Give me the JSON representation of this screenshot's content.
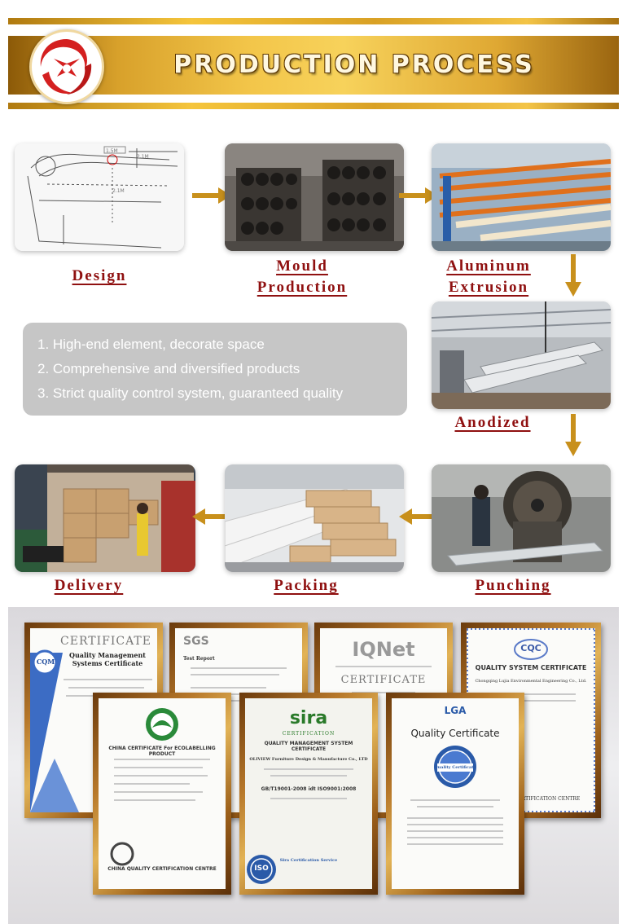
{
  "header": {
    "title": "PRODUCTION PROCESS"
  },
  "steps": [
    {
      "label_line1": "Design",
      "label_line2": ""
    },
    {
      "label_line1": "Mould",
      "label_line2": "Production"
    },
    {
      "label_line1": "Aluminum",
      "label_line2": "Extrusion"
    },
    {
      "label_line1": "Anodized",
      "label_line2": ""
    },
    {
      "label_line1": "Punching",
      "label_line2": ""
    },
    {
      "label_line1": "Packing",
      "label_line2": ""
    },
    {
      "label_line1": "Delivery",
      "label_line2": ""
    }
  ],
  "features": [
    "1. High-end element, decorate space",
    "2. Comprehensive and diversified products",
    "3. Strict quality control system, guaranteed quality"
  ],
  "certificates": {
    "cqm": {
      "title": "CERTIFICATE",
      "subtitle": "Quality Management Systems Certificate",
      "logo": "CQM"
    },
    "sgs": {
      "logo": "SGS",
      "title": "Test Report"
    },
    "iqnet": {
      "logo": "IQNet",
      "title": "CERTIFICATE"
    },
    "cqc": {
      "logo": "CQC",
      "title": "QUALITY SYSTEM CERTIFICATE",
      "company": "Chongqing Lujia Environmental Engineering Co., Ltd.",
      "footer": "CERTIFICATION CENTRE"
    },
    "eco": {
      "title": "CHINA CERTIFICATE For ECOLABELLING PRODUCT",
      "footer": "CHINA QUALITY CERTIFICATION CENTRE"
    },
    "sira": {
      "logo": "sira",
      "sublogo": "CERTIFICATION",
      "title": "QUALITY MANAGEMENT SYSTEM CERTIFICATE",
      "company": "OLIVIEW Furniture Design & Manufacture Co., LTD",
      "standard": "GB/T19001-2008 idt ISO9001:2008",
      "footer": "Sira Certification Service",
      "seal": "ISO"
    },
    "lga": {
      "logo": "LGA",
      "title": "Quality Certificate",
      "seal": "Quality Certificate"
    }
  },
  "colors": {
    "label_red": "#8f1010",
    "gold": "#d8a12b",
    "arrow_gold": "#c8901c",
    "info_box": "#c6c6c6"
  }
}
